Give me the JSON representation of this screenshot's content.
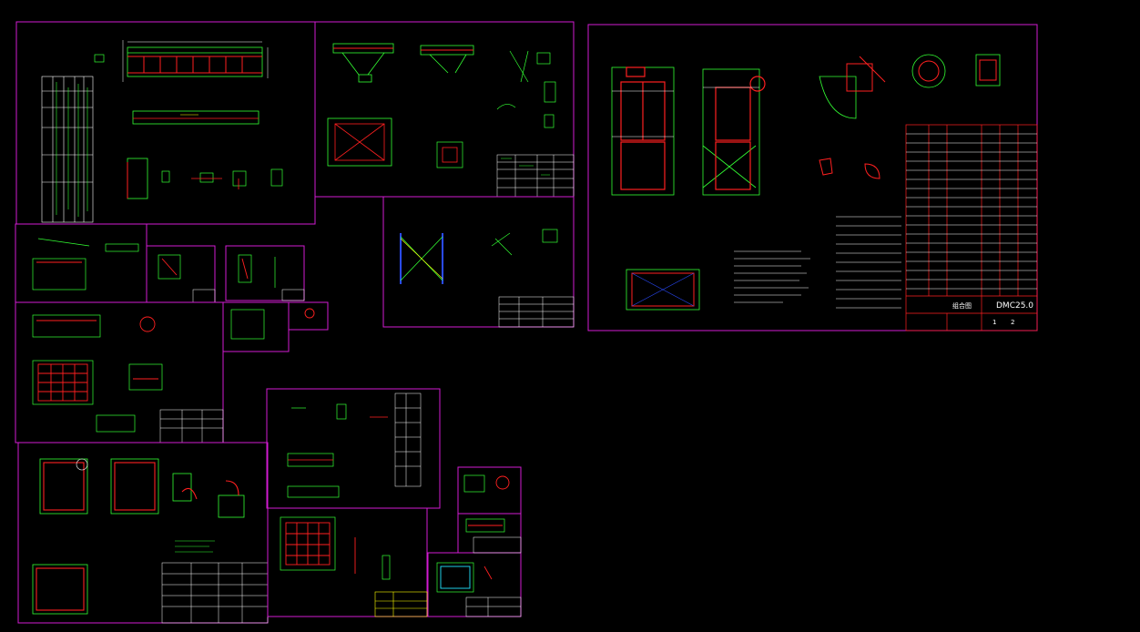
{
  "drawing": {
    "background": "#000000",
    "colors": {
      "frame": "#d21bd2",
      "green": "#33ff33",
      "red": "#ff2020",
      "white": "#ffffff",
      "yellow": "#ffff00",
      "blue": "#2a4bff",
      "cyan": "#22e5ff"
    }
  },
  "main_sheet": {
    "title_code": "DMC25.0",
    "title_name": "组合图",
    "scale_a": "1",
    "scale_b": "2"
  }
}
